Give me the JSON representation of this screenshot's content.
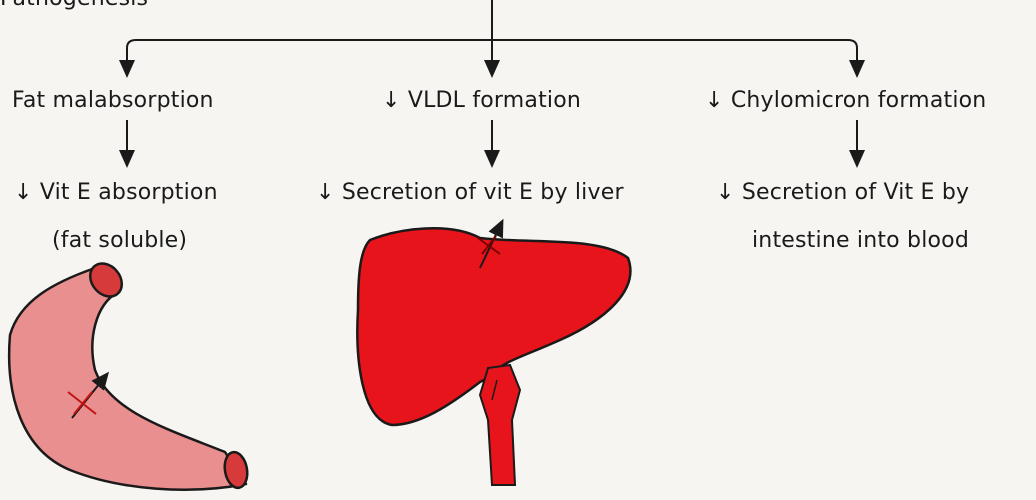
{
  "top_cut_text": "Pathogenesis",
  "branches": [
    {
      "cause": "Fat malabsorption",
      "effect_line1": "↓ Vit E absorption",
      "effect_line2": "(fat soluble)"
    },
    {
      "cause": "↓ VLDL formation",
      "effect_line1": "↓ Secretion of vit E by liver"
    },
    {
      "cause": "↓ Chylomicron formation",
      "effect_line1": "↓ Secretion of Vit E by",
      "effect_line2": "intestine into blood"
    }
  ],
  "colors": {
    "intestine": "#ea8f8f",
    "intestine_lumen": "#d63a3a",
    "liver": "#e8141b",
    "ink": "#1a1a1a",
    "block_mark": "#c21212"
  }
}
